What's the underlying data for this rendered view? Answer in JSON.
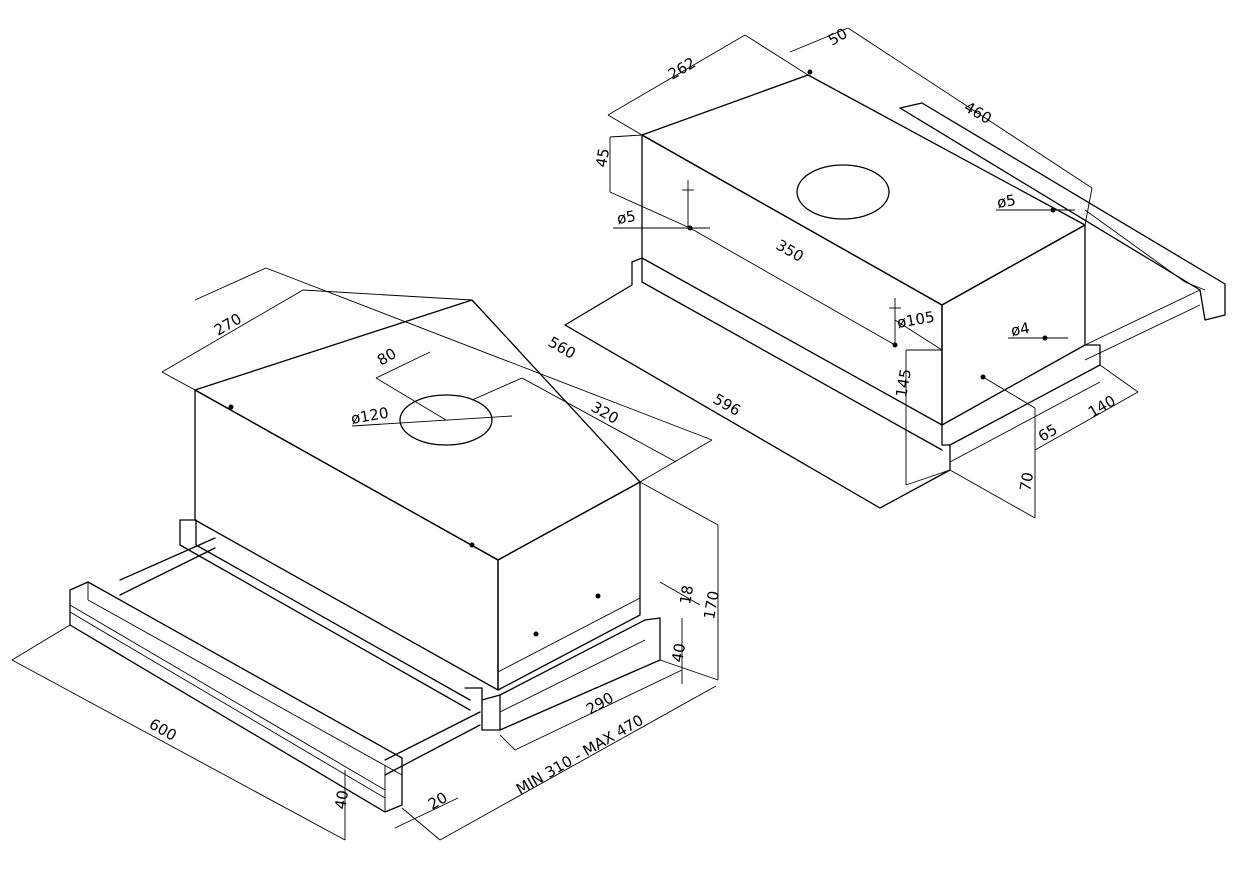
{
  "colors": {
    "line": "#000000",
    "background": "#ffffff"
  },
  "dimensions": {
    "front": {
      "width_270": "270",
      "offset_80": "80",
      "depth_560": "560",
      "depth_320": "320",
      "duct_dia": "ø120",
      "height_18": "18",
      "height_170": "170",
      "height_40_right": "40",
      "depth_290": "290",
      "travel": "MIN 310 - MAX 470",
      "width_600": "600",
      "height_40_front": "40",
      "depth_20": "20"
    },
    "back": {
      "width_262": "262",
      "depth_50": "50",
      "depth_460": "460",
      "height_45": "45",
      "hole_dia_left": "ø5",
      "hole_dia_right": "ø5",
      "span_350": "350",
      "hole_105": "ø105",
      "hole_dia_4": "ø4",
      "height_145": "145",
      "depth_596": "596",
      "depth_140": "140",
      "depth_65": "65",
      "height_70": "70"
    }
  }
}
